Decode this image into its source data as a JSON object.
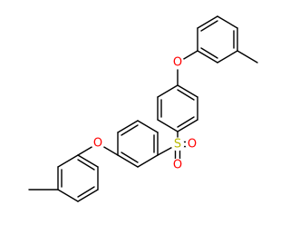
{
  "molecule": {
    "atoms": {
      "O_top": "O",
      "O_left": "O",
      "S_center": "S",
      "O_sulfonyl_right": "O",
      "O_sulfonyl_bottom": "O"
    }
  },
  "colors": {
    "oxygen": "#ff0000",
    "sulfur": "#b8b800",
    "bond": "#000000",
    "background": "#ffffff"
  }
}
